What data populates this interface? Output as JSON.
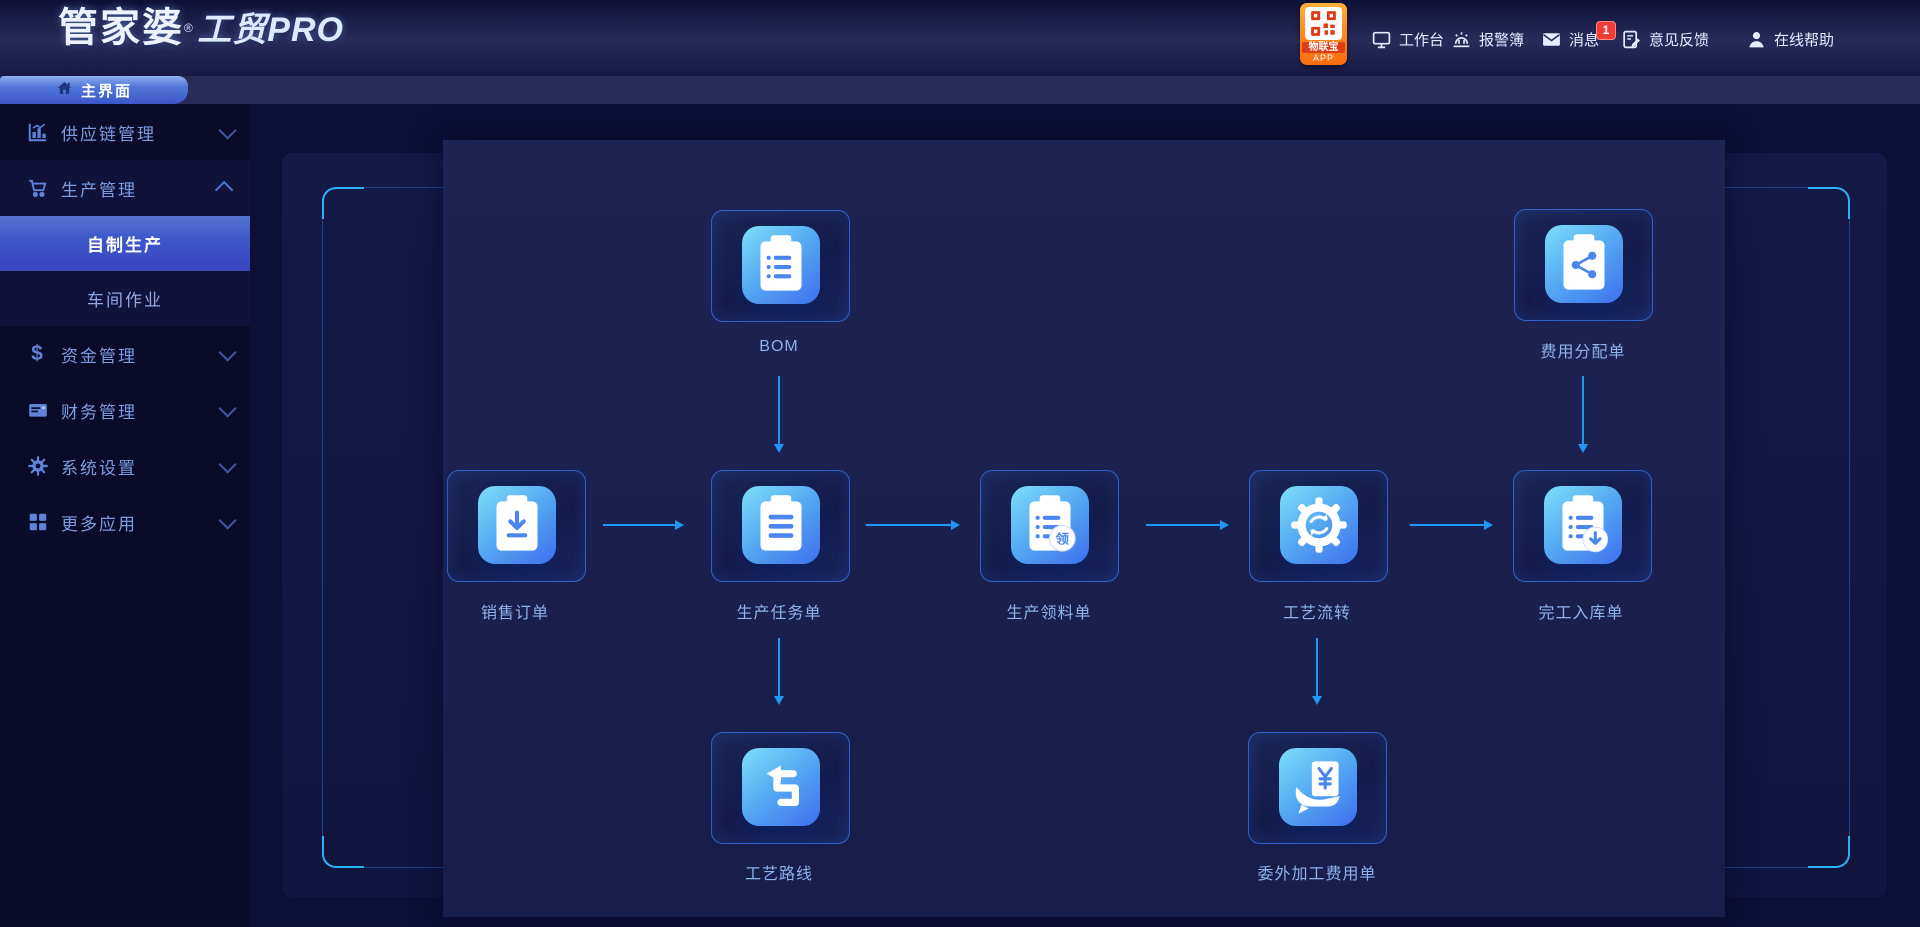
{
  "header": {
    "logo": {
      "brand": "管家婆",
      "reg": "®",
      "product": "工贸PRO"
    },
    "app_badge": {
      "line1": "物联宝",
      "line2": "APP",
      "icon": "qr-code-icon"
    },
    "nav": [
      {
        "label": "工作台",
        "icon": "monitor-icon"
      },
      {
        "label": "报警簿",
        "icon": "alarm-icon"
      },
      {
        "label": "消息",
        "icon": "mail-icon",
        "badge": "1"
      },
      {
        "label": "意见反馈",
        "icon": "feedback-icon"
      },
      {
        "label": "在线帮助",
        "icon": "user-icon"
      }
    ]
  },
  "tabs": {
    "main": "主界面",
    "icon": "home-icon"
  },
  "sidebar": {
    "items": [
      {
        "label": "供应链管理",
        "icon": "chart-icon",
        "expanded": false
      },
      {
        "label": "生产管理",
        "icon": "cart-icon",
        "expanded": true,
        "children": [
          {
            "label": "自制生产",
            "selected": true
          },
          {
            "label": "车间作业",
            "selected": false
          }
        ]
      },
      {
        "label": "资金管理",
        "icon": "dollar-icon",
        "expanded": false
      },
      {
        "label": "财务管理",
        "icon": "card-icon",
        "expanded": false
      },
      {
        "label": "系统设置",
        "icon": "gear-icon",
        "expanded": false
      },
      {
        "label": "更多应用",
        "icon": "grid-icon",
        "expanded": false
      }
    ]
  },
  "flowchart": {
    "nodes": [
      {
        "label": "BOM",
        "icon": "clipboard-list-icon"
      },
      {
        "label": "费用分配单",
        "icon": "clipboard-share-icon"
      },
      {
        "label": "销售订单",
        "icon": "clipboard-download-icon"
      },
      {
        "label": "生产任务单",
        "icon": "clipboard-lines-icon"
      },
      {
        "label": "生产领料单",
        "icon": "clipboard-badge-icon",
        "badge": "领"
      },
      {
        "label": "工艺流转",
        "icon": "gear-cycle-icon"
      },
      {
        "label": "完工入库单",
        "icon": "clipboard-inbound-icon"
      },
      {
        "label": "工艺路线",
        "icon": "route-icon"
      },
      {
        "label": "委外加工费用单",
        "icon": "hand-yuan-icon",
        "symbol": "¥"
      }
    ]
  },
  "colors": {
    "accent_cyan": "#29b5f5",
    "arrow_blue": "#2196f3",
    "tile_gradient_top": "#7edff9",
    "tile_gradient_bottom": "#3e6fee",
    "selected_menu": "#3d55c7",
    "badge_red": "#f23b36",
    "app_badge_orange": "#fb8c1e"
  }
}
